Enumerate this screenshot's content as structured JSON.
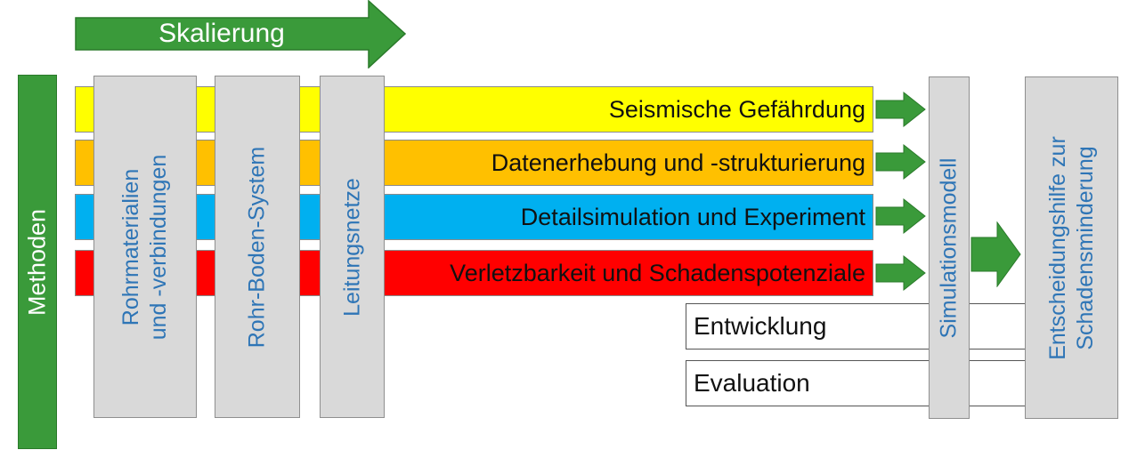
{
  "scaling_label": "Skalierung",
  "methods_label": "Methoden",
  "rows": [
    "Seismische Gefährdung",
    "Datenerhebung und -strukturierung",
    "Detailsimulation und Experiment",
    "Verletzbarkeit und Schadenspotenziale"
  ],
  "columns": [
    {
      "line1": "Rohrmaterialien",
      "line2": "und -verbindungen"
    },
    {
      "line1": "Rohr-Boden-System"
    },
    {
      "line1": "Leitungsnetze"
    }
  ],
  "legend": [
    "Entwicklung",
    "Evaluation"
  ],
  "simulation_label": "Simulationsmodell",
  "decision": {
    "line1": "Entscheidungshilfe zur",
    "line2": "Schadensminderung"
  },
  "colors": {
    "arrow_green": "#3a9a3a",
    "row_colors": [
      "#ffff00",
      "#ffc000",
      "#00b0f0",
      "#ff0000"
    ],
    "column_gray": "#d9d9d9",
    "column_text_blue": "#2e75b6"
  }
}
